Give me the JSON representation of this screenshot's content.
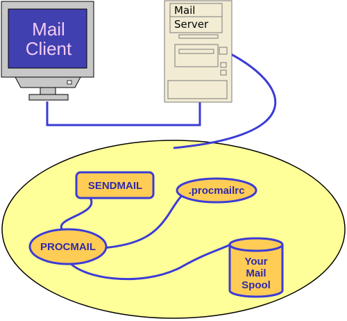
{
  "colors": {
    "line": "#3b3bd6",
    "oval_fill": "#ffff99",
    "node_fill": "#ffcc55",
    "node_text": "#2e2aa8",
    "monitor_body": "#c8c8c8",
    "monitor_screen": "#4040b0",
    "monitor_text": "#f3ccf3",
    "server_body": "#f2ecd4"
  },
  "mail_client": {
    "line1": "Mail",
    "line2": "Client",
    "icon": "monitor-icon"
  },
  "mail_server": {
    "line1": "Mail",
    "line2": "Server",
    "icon": "server-tower-icon"
  },
  "nodes": {
    "sendmail": "SENDMAIL",
    "procmailrc": ".procmailrc",
    "procmail": "PROCMAIL",
    "spool_line1": "Your",
    "spool_line2": "Mail",
    "spool_line3": "Spool"
  }
}
